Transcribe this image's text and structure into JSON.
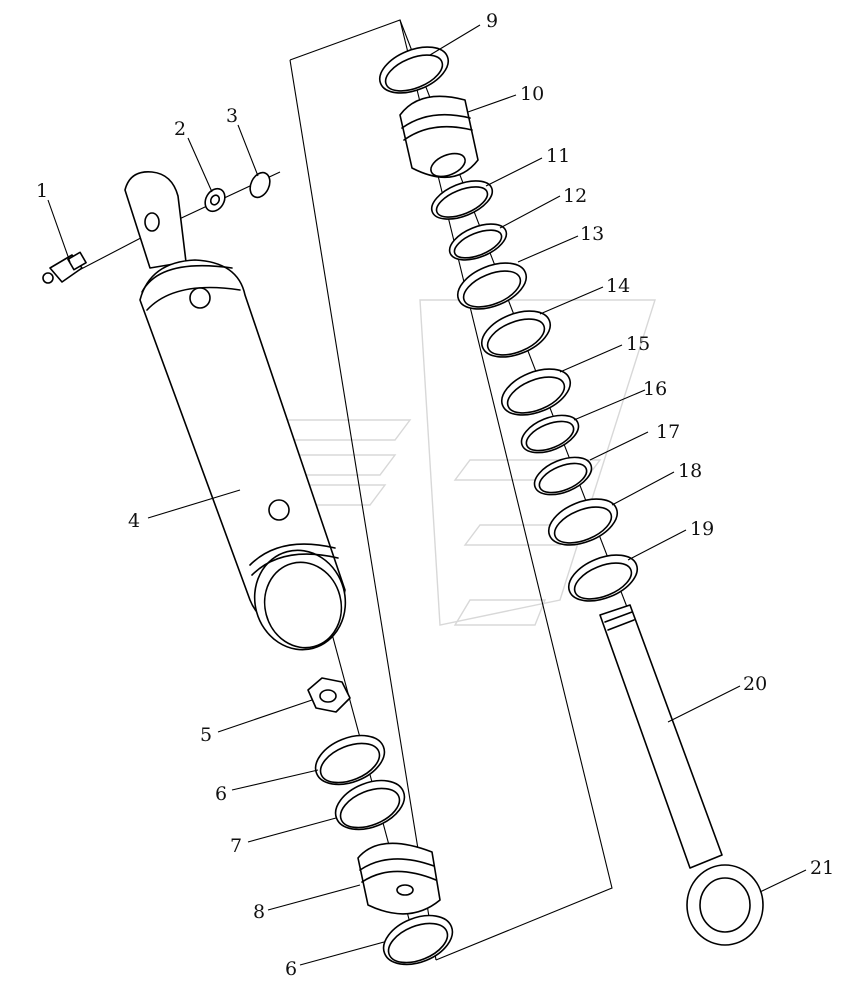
{
  "callouts": [
    "1",
    "2",
    "3",
    "4",
    "5",
    "6",
    "7",
    "8",
    "9",
    "10",
    "11",
    "12",
    "13",
    "14",
    "15",
    "16",
    "17",
    "18",
    "19",
    "20",
    "21"
  ],
  "label6": "6"
}
